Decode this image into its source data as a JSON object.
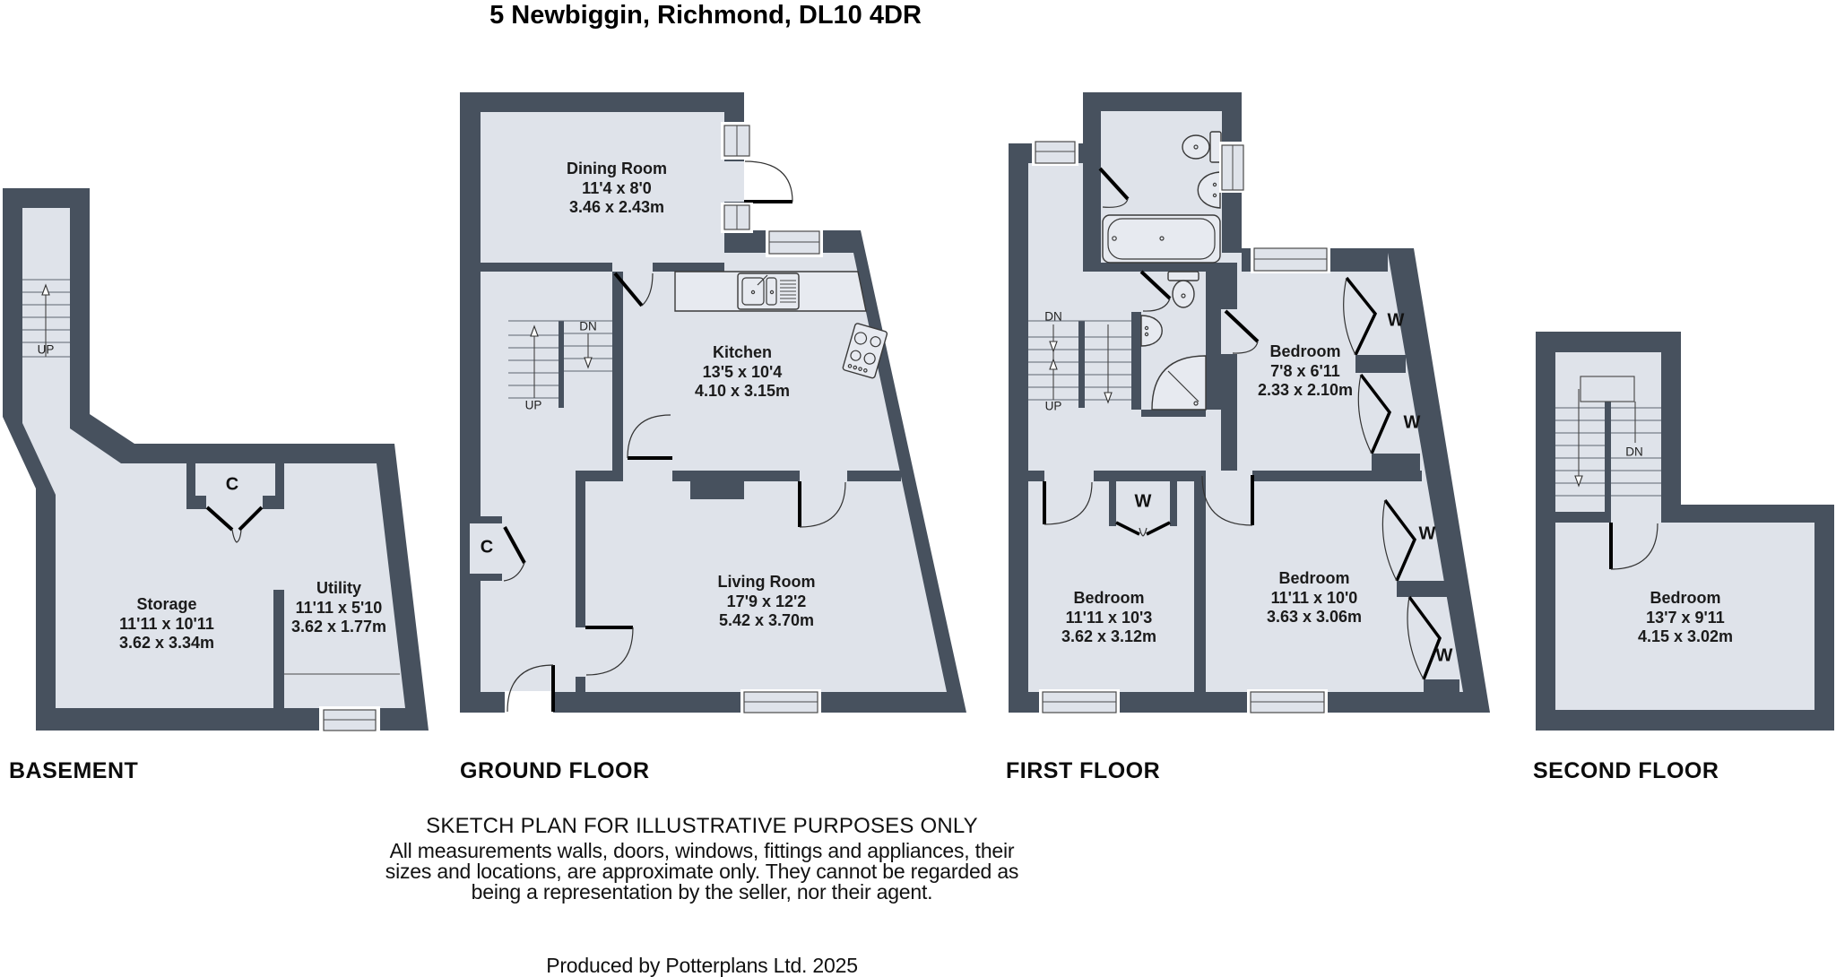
{
  "title": "5 Newbiggin, Richmond, DL10 4DR",
  "floors": {
    "basement": {
      "label": "BASEMENT",
      "rooms": [
        {
          "name": "Storage",
          "imperial": "11'11 x 10'11",
          "metric": "3.62 x 3.34m"
        },
        {
          "name": "Utility",
          "imperial": "11'11 x 5'10",
          "metric": "3.62 x 1.77m"
        }
      ]
    },
    "ground": {
      "label": "GROUND FLOOR",
      "rooms": [
        {
          "name": "Dining Room",
          "imperial": "11'4 x 8'0",
          "metric": "3.46 x 2.43m"
        },
        {
          "name": "Kitchen",
          "imperial": "13'5 x 10'4",
          "metric": "4.10 x 3.15m"
        },
        {
          "name": "Living Room",
          "imperial": "17'9 x 12'2",
          "metric": "5.42 x 3.70m"
        }
      ]
    },
    "first": {
      "label": "FIRST FLOOR",
      "rooms": [
        {
          "name": "Bedroom",
          "imperial": "7'8 x 6'11",
          "metric": "2.33 x 2.10m"
        },
        {
          "name": "Bedroom",
          "imperial": "11'11 x 10'3",
          "metric": "3.62 x 3.12m"
        },
        {
          "name": "Bedroom",
          "imperial": "11'11 x 10'0",
          "metric": "3.63 x 3.06m"
        }
      ]
    },
    "second": {
      "label": "SECOND FLOOR",
      "rooms": [
        {
          "name": "Bedroom",
          "imperial": "13'7 x 9'11",
          "metric": "4.15 x 3.02m"
        }
      ]
    }
  },
  "markers": {
    "up": "UP",
    "down": "DN",
    "cupboard": "C",
    "wardrobe": "W"
  },
  "footer": {
    "heading": "SKETCH PLAN FOR ILLUSTRATIVE PURPOSES ONLY",
    "disclaimer_lines": [
      "All measurements walls, doors, windows, fittings and appliances, their",
      "sizes and locations, are approximate only. They cannot be regarded as",
      "being a representation by the seller, nor their agent."
    ],
    "credit": "Produced by Potterplans Ltd. 2025"
  },
  "colors": {
    "wall": "#47515e",
    "floor": "#dfe3ea"
  }
}
